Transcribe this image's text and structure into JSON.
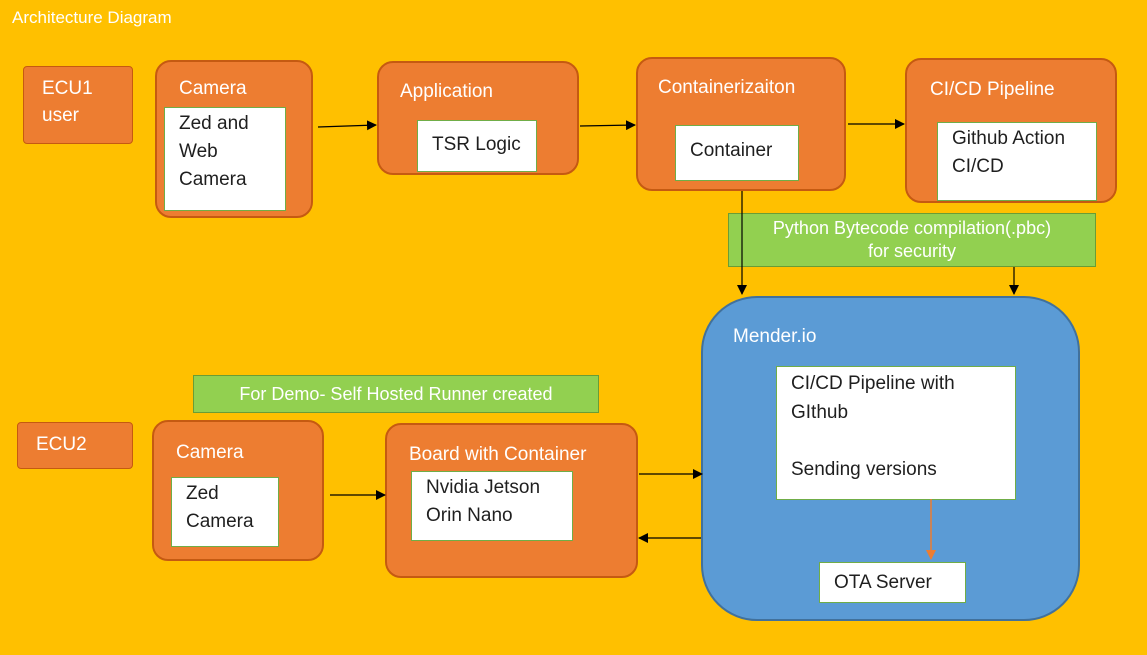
{
  "title": "Architecture Diagram",
  "ecu1": {
    "line1": "ECU1",
    "line2": "user"
  },
  "ecu2": {
    "label": "ECU2"
  },
  "camera1": {
    "title": "Camera",
    "inner_line1": "Zed and",
    "inner_line2": "Web",
    "inner_line3": "Camera"
  },
  "application": {
    "title": "Application",
    "inner": "TSR Logic"
  },
  "containerization": {
    "title": "Containerizaiton",
    "inner": "Container"
  },
  "cicd": {
    "title": "CI/CD Pipeline",
    "inner_line1": "Github Action",
    "inner_line2": "CI/CD"
  },
  "bytecode_note": {
    "line1": "Python Bytecode compilation(.pbc)",
    "line2": "for security"
  },
  "mender": {
    "title": "Mender.io",
    "inner_line1": "CI/CD Pipeline with",
    "inner_line2": "GIthub",
    "inner_line3": "Sending versions",
    "ota": "OTA Server"
  },
  "demo_note": {
    "label": "For Demo- Self Hosted Runner created"
  },
  "camera2": {
    "title": "Camera",
    "inner_line1": "Zed",
    "inner_line2": "Camera"
  },
  "board": {
    "title": "Board with Container",
    "inner_line1": "Nvidia Jetson",
    "inner_line2": "Orin Nano"
  }
}
